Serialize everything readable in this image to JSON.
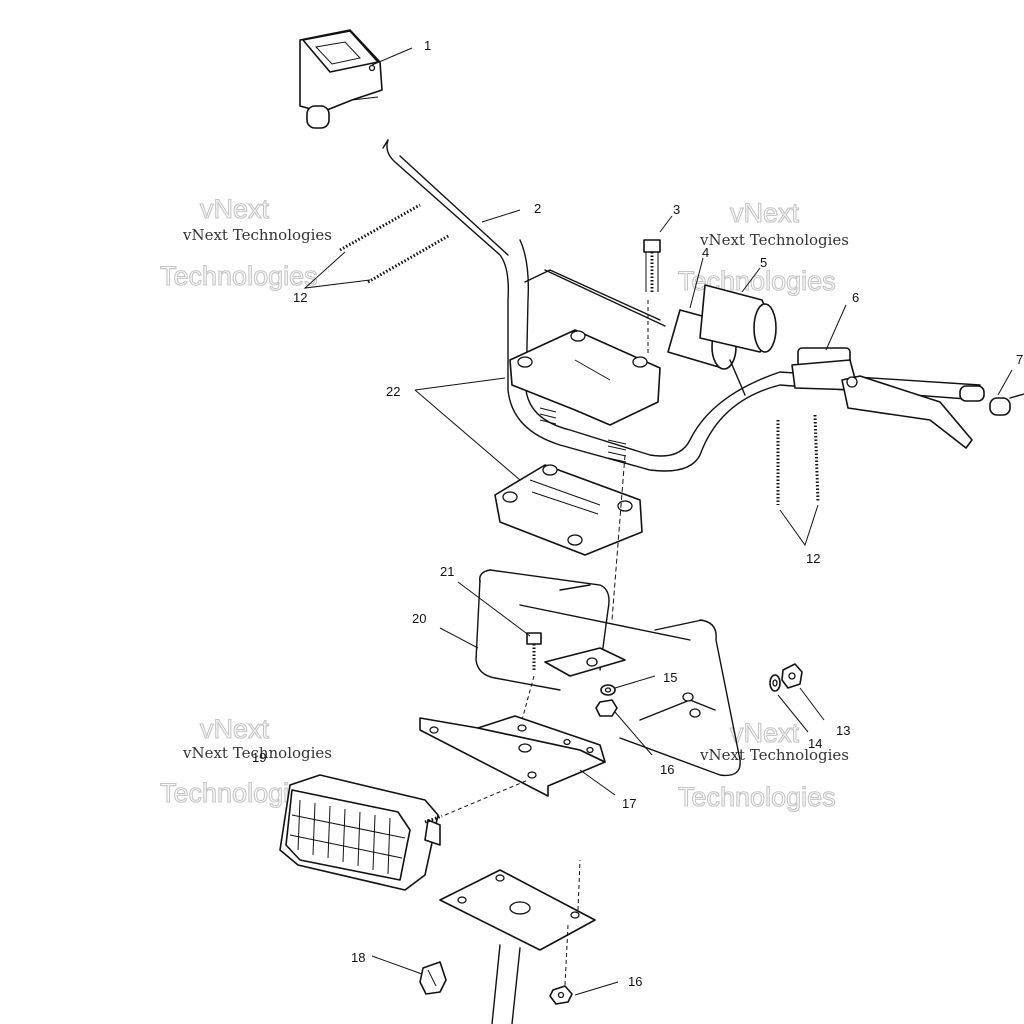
{
  "watermark": {
    "line1": "vNext Technologies",
    "line2": "Technologies",
    "ghost": "vNext"
  },
  "callouts": [
    {
      "id": "c1",
      "label": "1"
    },
    {
      "id": "c2",
      "label": "2"
    },
    {
      "id": "c3",
      "label": "3"
    },
    {
      "id": "c4",
      "label": "4"
    },
    {
      "id": "c5",
      "label": "5"
    },
    {
      "id": "c6",
      "label": "6"
    },
    {
      "id": "c7",
      "label": "7"
    },
    {
      "id": "c12a",
      "label": "12"
    },
    {
      "id": "c12b",
      "label": "12"
    },
    {
      "id": "c13",
      "label": "13"
    },
    {
      "id": "c14",
      "label": "14"
    },
    {
      "id": "c15",
      "label": "15"
    },
    {
      "id": "c16a",
      "label": "16"
    },
    {
      "id": "c16b",
      "label": "16"
    },
    {
      "id": "c17",
      "label": "17"
    },
    {
      "id": "c18",
      "label": "18"
    },
    {
      "id": "c19",
      "label": "19"
    },
    {
      "id": "c20",
      "label": "20"
    },
    {
      "id": "c21",
      "label": "21"
    },
    {
      "id": "c22",
      "label": "22"
    }
  ],
  "icons": {
    "throttle": "throttle-housing-icon",
    "handlebar": "handlebar-icon",
    "headlight": "headlight-icon"
  }
}
